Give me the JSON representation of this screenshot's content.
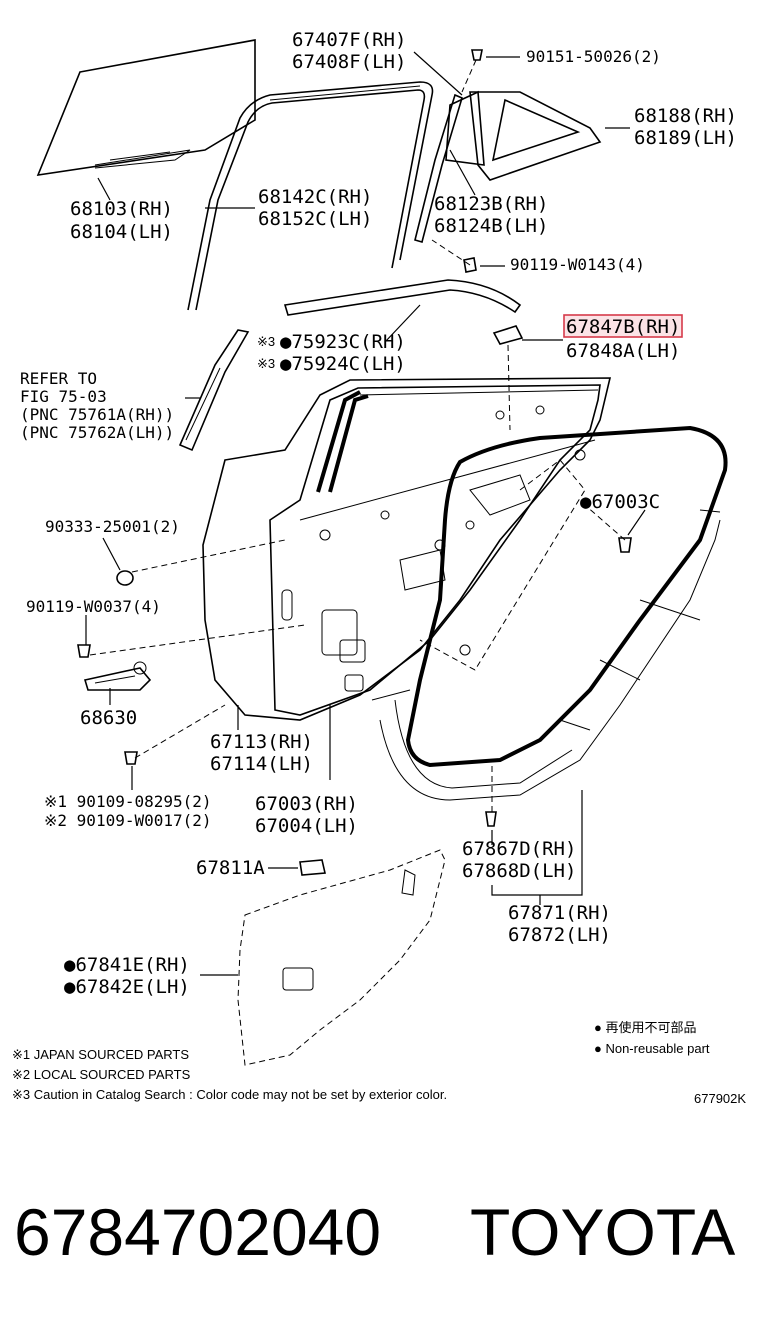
{
  "labels": {
    "l_67407F": "67407F(RH)",
    "l_67408F": "67408F(LH)",
    "l_90151": "90151-50026(2)",
    "l_68188": "68188(RH)",
    "l_68189": "68189(LH)",
    "l_68103": "68103(RH)",
    "l_68104": "68104(LH)",
    "l_68142C": "68142C(RH)",
    "l_68152C": "68152C(LH)",
    "l_68123B": "68123B(RH)",
    "l_68124B": "68124B(LH)",
    "l_90119_W0143": "90119-W0143(4)",
    "l_75923C_mark": "※3",
    "l_75923C": "●75923C(RH)",
    "l_75924C_mark": "※3",
    "l_75924C": "●75924C(LH)",
    "l_67847B": "67847B(RH)",
    "l_67848A": "67848A(LH)",
    "l_refer1": "REFER TO",
    "l_refer2": "FIG 75-03",
    "l_refer3": "(PNC 75761A(RH))",
    "l_refer4": "(PNC 75762A(LH))",
    "l_67003C": "●67003C",
    "l_90333": "90333-25001(2)",
    "l_90119_W0037": "90119-W0037(4)",
    "l_68630": "68630",
    "l_67113": "67113(RH)",
    "l_67114": "67114(LH)",
    "l_90109_1": "※1 90109-08295(2)",
    "l_90109_2": "※2 90109-W0017(2)",
    "l_67003RH": "67003(RH)",
    "l_67004LH": "67004(LH)",
    "l_67867D": "67867D(RH)",
    "l_67868D": "67868D(LH)",
    "l_67811A": "67811A",
    "l_67871": "67871(RH)",
    "l_67872": "67872(LH)",
    "l_67841E": "●67841E(RH)",
    "l_67842E": "●67842E(LH)"
  },
  "legend": {
    "jp": "● 再使用不可部品",
    "en": "● Non-reusable part"
  },
  "notes": {
    "n1": "※1 JAPAN SOURCED PARTS",
    "n2": "※2 LOCAL SOURCED PARTS",
    "n3": "※3 Caution in Catalog Search : Color code may not be set by exterior color."
  },
  "diagram_code": "677902K",
  "footer": {
    "part_number": "6784702040",
    "brand": "TOYOTA"
  },
  "colors": {
    "highlight_fill": "#fbe3e6",
    "highlight_stroke": "#d63a4a"
  }
}
